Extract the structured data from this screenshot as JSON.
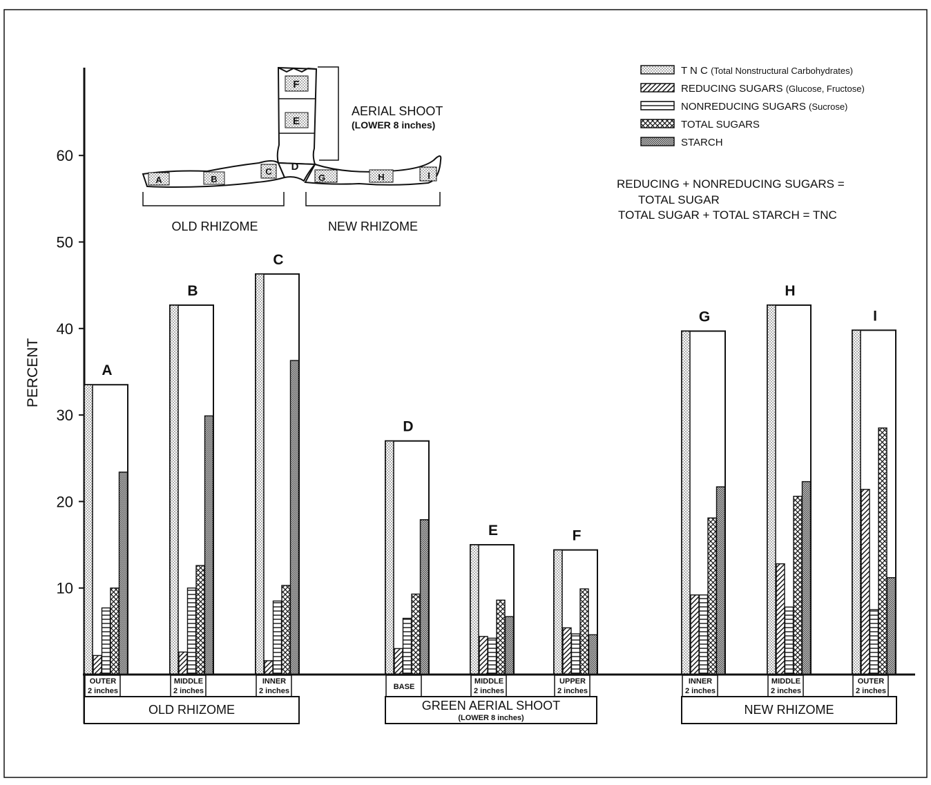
{
  "chart_data": {
    "type": "bar",
    "ylabel": "PERCENT",
    "ylim": [
      0,
      70
    ],
    "yticks": [
      "10",
      "20",
      "30",
      "40",
      "50",
      "60"
    ],
    "legend": {
      "position": "top-right",
      "entries": [
        {
          "key": "tnc",
          "label": "T N C",
          "note": "(Total Nonstructural Carbohydrates)",
          "pattern": "dots"
        },
        {
          "key": "reducing",
          "label": "REDUCING SUGARS",
          "note": "(Glucose, Fructose)",
          "pattern": "diagonal"
        },
        {
          "key": "nonreducing",
          "label": "NONREDUCING SUGARS",
          "note": "(Sucrose)",
          "pattern": "horizontal"
        },
        {
          "key": "total_sugars",
          "label": "TOTAL SUGARS",
          "note": "",
          "pattern": "crosshatch"
        },
        {
          "key": "starch",
          "label": "STARCH",
          "note": "",
          "pattern": "dense-dots"
        }
      ]
    },
    "notes": [
      "REDUCING + NONREDUCING SUGARS =",
      "TOTAL SUGAR",
      "TOTAL SUGAR + TOTAL STARCH = TNC"
    ],
    "series_order": [
      "reducing",
      "nonreducing",
      "total_sugars",
      "starch"
    ],
    "groups": [
      {
        "letter": "A",
        "sublabel": [
          "OUTER",
          "2 inches"
        ],
        "tnc": 33.5,
        "reducing": 2.2,
        "nonreducing": 7.7,
        "total_sugars": 10.0,
        "starch": 23.4
      },
      {
        "letter": "B",
        "sublabel": [
          "MIDDLE",
          "2 inches"
        ],
        "tnc": 42.7,
        "reducing": 2.6,
        "nonreducing": 10.0,
        "total_sugars": 12.6,
        "starch": 29.9
      },
      {
        "letter": "C",
        "sublabel": [
          "INNER",
          "2 inches"
        ],
        "tnc": 46.3,
        "reducing": 1.6,
        "nonreducing": 8.5,
        "total_sugars": 10.3,
        "starch": 36.3
      },
      {
        "letter": "D",
        "sublabel": [
          "BASE"
        ],
        "tnc": 27.0,
        "reducing": 3.0,
        "nonreducing": 6.5,
        "total_sugars": 9.3,
        "starch": 17.9
      },
      {
        "letter": "E",
        "sublabel": [
          "MIDDLE",
          "2 inches"
        ],
        "tnc": 15.0,
        "reducing": 4.4,
        "nonreducing": 4.2,
        "total_sugars": 8.6,
        "starch": 6.7
      },
      {
        "letter": "F",
        "sublabel": [
          "UPPER",
          "2 inches"
        ],
        "tnc": 14.4,
        "reducing": 5.4,
        "nonreducing": 4.7,
        "total_sugars": 9.9,
        "starch": 4.6
      },
      {
        "letter": "G",
        "sublabel": [
          "INNER",
          "2 inches"
        ],
        "tnc": 39.7,
        "reducing": 9.2,
        "nonreducing": 9.2,
        "total_sugars": 18.1,
        "starch": 21.7
      },
      {
        "letter": "H",
        "sublabel": [
          "MIDDLE",
          "2 inches"
        ],
        "tnc": 42.7,
        "reducing": 12.8,
        "nonreducing": 7.8,
        "total_sugars": 20.6,
        "starch": 22.3
      },
      {
        "letter": "I",
        "sublabel": [
          "OUTER",
          "2 inches"
        ],
        "tnc": 39.8,
        "reducing": 21.4,
        "nonreducing": 7.5,
        "total_sugars": 28.5,
        "starch": 11.2
      }
    ],
    "categories": [
      {
        "label": "OLD RHIZOME",
        "sub": "",
        "members": [
          "A",
          "B",
          "C"
        ]
      },
      {
        "label": "GREEN AERIAL SHOOT",
        "sub": "(LOWER 8 inches)",
        "members": [
          "D",
          "E",
          "F"
        ]
      },
      {
        "label": "NEW RHIZOME",
        "sub": "",
        "members": [
          "G",
          "H",
          "I"
        ]
      }
    ]
  },
  "inset": {
    "aerial_shoot_label": "AERIAL SHOOT",
    "aerial_shoot_sub": "(LOWER 8 inches)",
    "old_rhizome_label": "OLD RHIZOME",
    "new_rhizome_label": "NEW RHIZOME",
    "segments": [
      "A",
      "B",
      "C",
      "D",
      "E",
      "F",
      "G",
      "H",
      "I"
    ]
  }
}
